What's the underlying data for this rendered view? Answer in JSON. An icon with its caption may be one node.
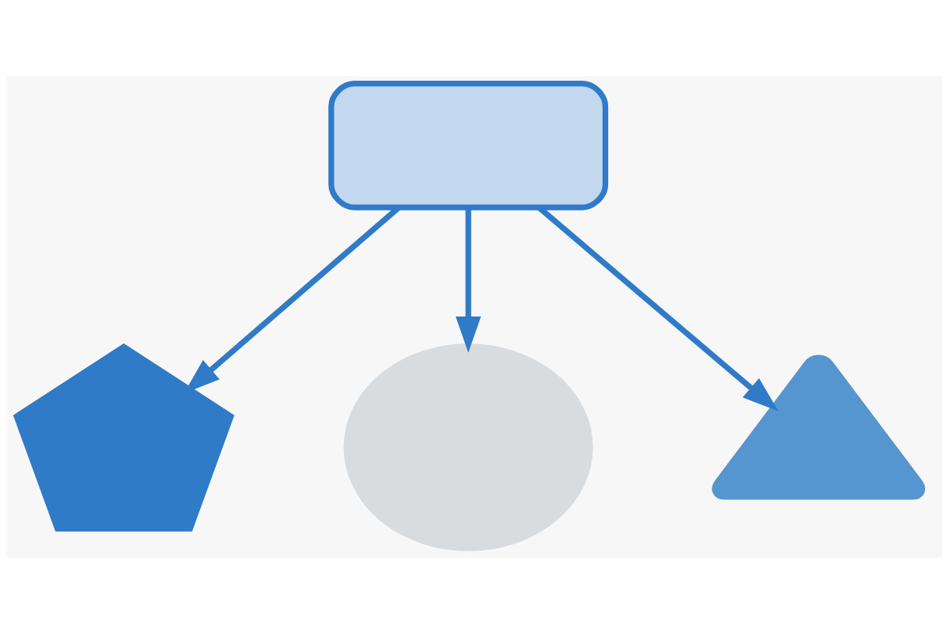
{
  "diagram": {
    "nodes": [
      {
        "text": [],
        "shape": "box"
      },
      {
        "text": [],
        "shape": "pentagon"
      },
      {
        "text": [],
        "shape": "cloud"
      },
      {
        "text": [],
        "shape": "triangle"
      }
    ],
    "edges": [
      {
        "from": 0,
        "to": 1,
        "arrow": "to"
      },
      {
        "from": 0,
        "to": 2,
        "arrow": "to"
      },
      {
        "from": 0,
        "to": 3,
        "arrow": "to"
      }
    ]
  }
}
